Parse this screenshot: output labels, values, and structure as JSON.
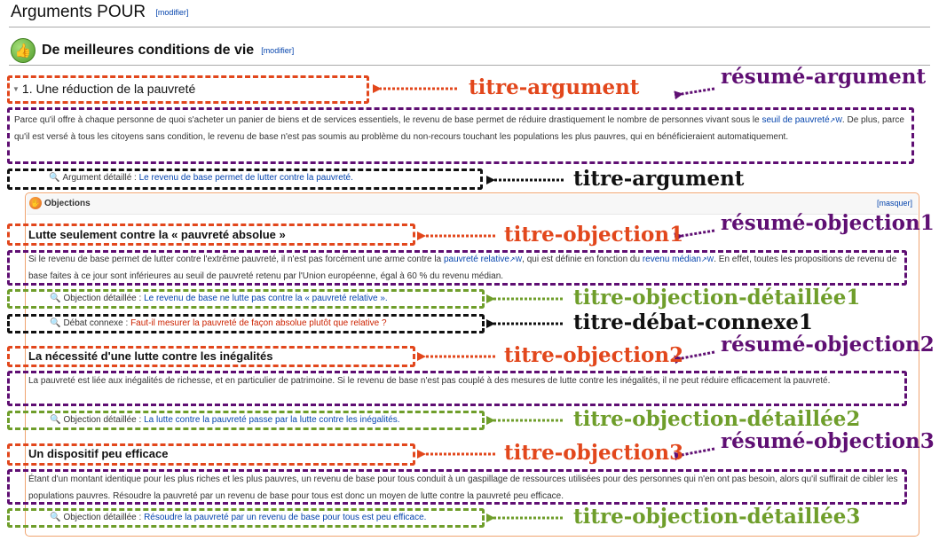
{
  "page": {
    "title": "Arguments POUR",
    "edit_label": "[modifier]"
  },
  "section": {
    "title": "De meilleures conditions de vie",
    "edit_label": "[modifier]"
  },
  "argument": {
    "title": "1. Une réduction de la pauvreté",
    "summary_p1": "Parce qu'il offre à chaque personne de quoi s'acheter un panier de biens et de services essentiels, le revenu de base permet de réduire drastiquement le nombre de personnes vivant sous le ",
    "summary_link": "seuil de pauvreté",
    "summary_p2": ". De plus, parce qu'il est versé à tous les citoyens sans condition, le revenu de base n'est pas soumis au problème du non-recours touchant les populations les plus pauvres, qui en bénéficieraient automatiquement.",
    "detail_prefix": "Argument détaillé : ",
    "detail_link": "Le revenu de base permet de lutter contre la pauvreté."
  },
  "objections": {
    "header": "Objections",
    "hide_label": "[masquer]",
    "items": [
      {
        "title": "Lutte seulement contre la « pauvreté absolue »",
        "summary_p1": "Si le revenu de base permet de lutter contre l'extrême pauvreté, il n'est pas forcément une arme contre la ",
        "summary_link1": "pauvreté relative",
        "summary_p2": ", qui est définie en fonction du ",
        "summary_link2": "revenu médian",
        "summary_p3": ". En effet, toutes les propositions de revenu de base faites à ce jour sont inférieures au seuil de pauvreté retenu par l'Union européenne, égal à 60 % du revenu médian.",
        "detail_prefix": "Objection détaillée : ",
        "detail_link": "Le revenu de base ne lutte pas contre la « pauvreté relative ».",
        "related_prefix": "Débat connexe : ",
        "related_link": "Faut-il mesurer la pauvreté de façon absolue plutôt que relative ?"
      },
      {
        "title": "La nécessité d'une lutte contre les inégalités",
        "summary": "La pauvreté est liée aux inégalités de richesse, et en particulier de patrimoine. Si le revenu de base n'est pas couplé à des mesures de lutte contre les inégalités, il ne peut réduire efficacement la pauvreté.",
        "detail_prefix": "Objection détaillée : ",
        "detail_link": "La lutte contre la pauvreté passe par la lutte contre les inégalités."
      },
      {
        "title": "Un dispositif peu efficace",
        "summary": "Étant d'un montant identique pour les plus riches et les plus pauvres, un revenu de base pour tous conduit à un gaspillage de ressources utilisées pour des personnes qui n'en ont pas besoin, alors qu'il suffirait de cibler les populations pauvres. Résoudre la pauvreté par un revenu de base pour tous est donc un moyen de lutte contre la pauvreté peu efficace.",
        "detail_prefix": "Objection détaillée : ",
        "detail_link": "Résoudre la pauvreté par un revenu de base pour tous est peu efficace."
      }
    ]
  },
  "annotations": {
    "titre_argument_1": "titre-argument",
    "resume_argument": "résumé-argument",
    "titre_argument_2": "titre-argument",
    "titre_objection1": "titre-objection1",
    "resume_objection1": "résumé-objection1",
    "titre_objection_detaillee1": "titre-objection-détaillée1",
    "titre_debat_connexe1": "titre-débat-connexe1",
    "titre_objection2": "titre-objection2",
    "resume_objection2": "résumé-objection2",
    "titre_objection_detaillee2": "titre-objection-détaillée2",
    "titre_objection3": "titre-objection3",
    "resume_objection3": "résumé-objection3",
    "titre_objection_detaillee3": "titre-objection-détaillée3"
  },
  "icons": {
    "section": "thumbs-up-icon",
    "objections": "hand-icon",
    "detail": "magnifier-icon",
    "external": "external-link-icon"
  },
  "colors": {
    "title_box": "#e2471c",
    "summary_box": "#5f0f73",
    "link_box": "#111111",
    "detail_box": "#6f9e2b"
  }
}
